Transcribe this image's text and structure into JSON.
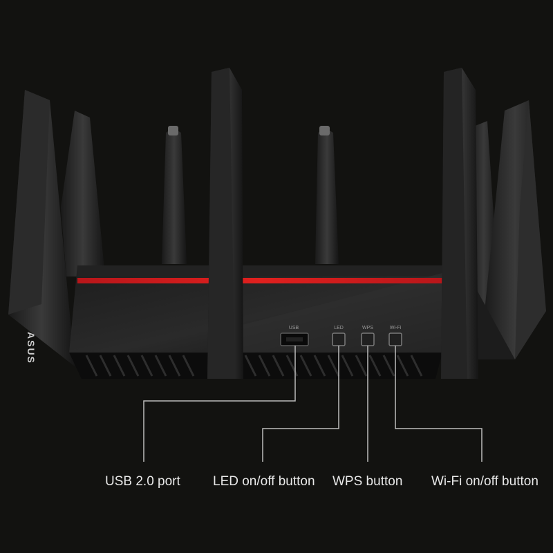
{
  "brand": {
    "logo_text": "ASUS"
  },
  "ports": {
    "usb": "USB",
    "led": "LED",
    "wps": "WPS",
    "wifi": "Wi-Fi"
  },
  "callouts": {
    "usb": "USB 2.0 port",
    "led": "LED on/off button",
    "wps": "WPS button",
    "wifi": "Wi-Fi on/off button"
  },
  "colors": {
    "background": "#121210",
    "accent_stripe": "#e0201e",
    "callout_line": "#bcbcbc"
  }
}
